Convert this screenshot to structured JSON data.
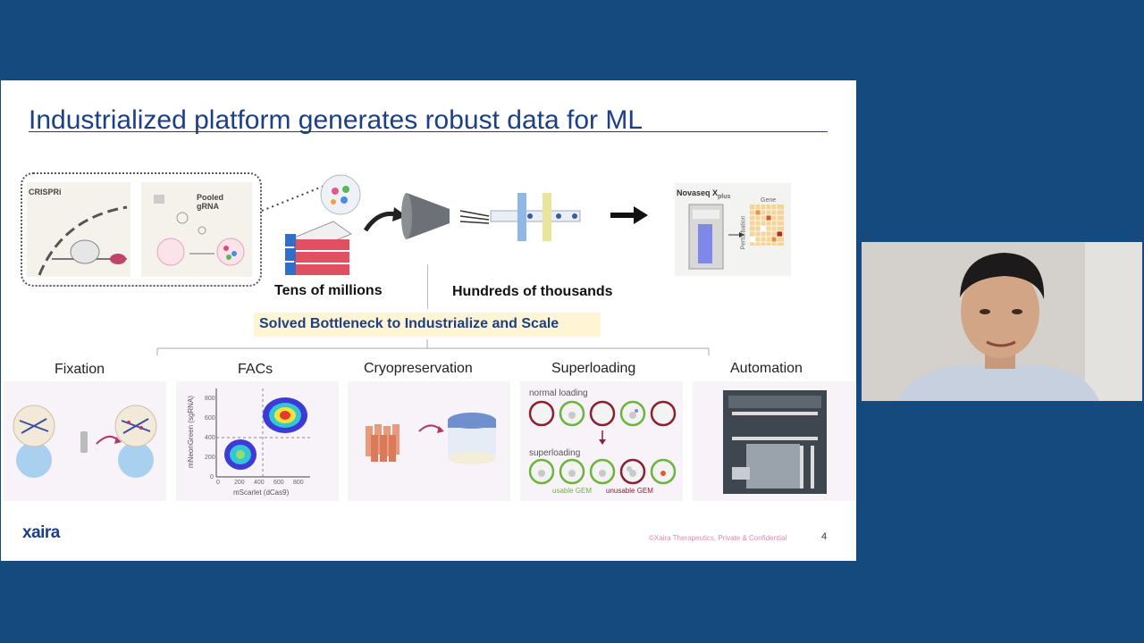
{
  "slide": {
    "title": "Industrialized platform generates robust data for ML",
    "top": {
      "crispri_label": "CRISPRi",
      "pooled_label_1": "Pooled",
      "pooled_label_2": "gRNA",
      "tens_label": "Tens of millions",
      "hundreds_label": "Hundreds of thousands",
      "novaseq_label": "Novaseq X",
      "novaseq_sub": "plus",
      "gene_label": "Gene",
      "perturbation_label": "Perturbation"
    },
    "banner": "Solved Bottleneck to Industrialize and Scale",
    "panels": {
      "fixation": "Fixation",
      "facs": "FACs",
      "cryo": "Cryopreservation",
      "superloading": "Superloading",
      "automation": "Automation"
    },
    "facs_plot": {
      "ylabel": "mNeonGreen (sgRNA)",
      "xlabel": "mScarlet (dCas9)",
      "yticks": [
        "800",
        "600",
        "400",
        "200",
        "0"
      ],
      "xticks": [
        "0",
        "200",
        "400",
        "600",
        "800"
      ]
    },
    "superloading_panel": {
      "normal": "normal loading",
      "super": "superloading",
      "usable": "usable GEM",
      "unusable": "unusable GEM"
    },
    "footer": {
      "logo": "xaira",
      "copyright": "©Xaira Therapeutics, Private & Confidential",
      "page_number": "4"
    }
  },
  "colors": {
    "background": "#154a7e",
    "title": "#1c3f85",
    "banner_bg": "#fff5d4",
    "logo": "#1c3f85"
  }
}
